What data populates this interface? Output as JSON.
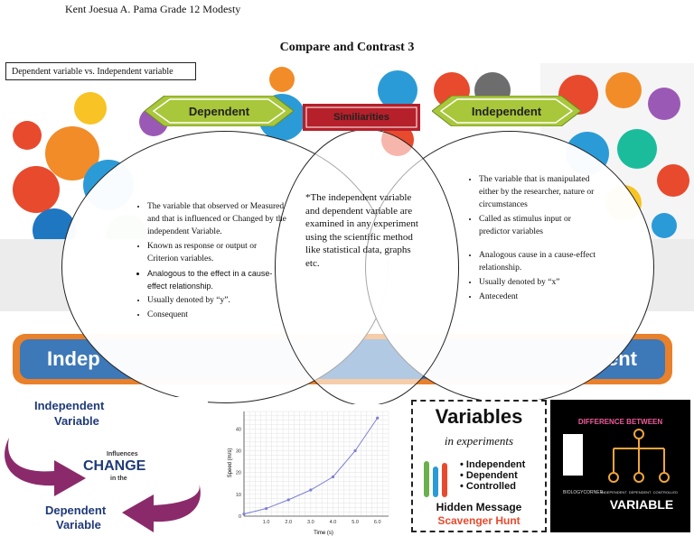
{
  "header": {
    "author_line": "Kent Joesua A. Pama Grade 12 Modesty"
  },
  "page_title": "Compare and Contrast 3",
  "box_label": "Dependent variable vs.  Independent variable",
  "banners": {
    "dependent": "Dependent",
    "similarities": "Similiarities",
    "independent": "Independent"
  },
  "dependent_items": [
    "The variable that observed or Measured and that is influenced or Changed by the independent Variable.",
    "Known as response or output or Criterion variables.",
    "Analogous to the effect in a cause-effect relationship.",
    "Usually denoted by “y”.",
    "Consequent"
  ],
  "similarities_text": "*The independent variable and dependent variable are examined in any experiment using the scientific method like statistical data, graphs etc.",
  "independent_items": [
    "The variable that is manipulated either by the researcher, nature or circumstances",
    "Called as stimulus input or predictor variables",
    "Analogous cause in a cause-effect relationship.",
    "Usually denoted by “x”",
    "Antecedent"
  ],
  "bottom_banner": {
    "left_text": "Indep",
    "right_text": "ent"
  },
  "influence_graphic": {
    "top1": "Independent",
    "top2": "Variable",
    "mid1": "Influences",
    "mid2": "CHANGE",
    "mid3": "in the",
    "bot1": "Dependent",
    "bot2": "Variable"
  },
  "chart_data": {
    "type": "line",
    "xlabel": "Time (s)",
    "ylabel": "Speed (m/s)",
    "x": [
      0,
      1,
      2,
      3,
      4,
      5,
      6
    ],
    "y": [
      1,
      3.5,
      7.5,
      12,
      18,
      30,
      45
    ],
    "x_ticks": [
      "1.0",
      "2.0",
      "3.0",
      "4.0",
      "5.0",
      "6.0"
    ],
    "y_ticks": [
      "0",
      "10",
      "20",
      "30",
      "40"
    ],
    "xlim": [
      0,
      6.5
    ],
    "ylim": [
      0,
      48
    ]
  },
  "variables_card": {
    "title": "Variables",
    "subtitle": "in experiments",
    "list": [
      "Independent",
      "Dependent",
      "Controlled"
    ],
    "footer1": "Hidden Message",
    "footer2": "Scavenger Hunt"
  },
  "difference_card": {
    "heading": "DIFFERENCE BETWEEN",
    "small_labels": "INDEPENDENT  DEPENDENT  CONTROLLED",
    "big": "VARIABLE",
    "brand": "BIOLOGYCORNER"
  },
  "colors": {
    "banner_green": "#a8c73a",
    "banner_red": "#b5202a",
    "bottom_banner_blue": "#3d78b8",
    "bottom_banner_orange": "#e9802a"
  }
}
